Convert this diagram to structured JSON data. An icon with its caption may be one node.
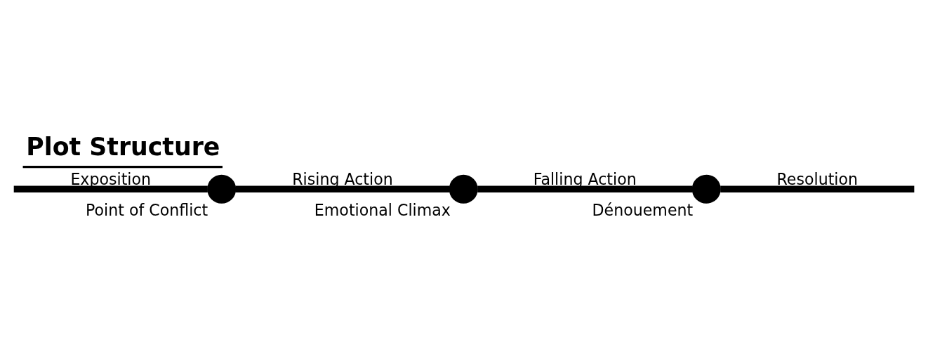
{
  "diagram": {
    "title": "Plot Structure",
    "nodes": [
      {
        "text": [],
        "shape": "circle",
        "beside": [
          "Point of Conflict"
        ]
      },
      {
        "text": [],
        "shape": "circle",
        "beside": [
          "Emotional Climax"
        ]
      },
      {
        "text": [],
        "shape": "circle",
        "beside": [
          "Dénouement"
        ]
      }
    ],
    "edges": [
      {
        "from": null,
        "to": 0,
        "arrow": "none",
        "label": "Exposition"
      },
      {
        "from": 0,
        "to": 1,
        "arrow": "none",
        "label": "Rising Action"
      },
      {
        "from": 1,
        "to": 2,
        "arrow": "none",
        "label": "Falling Action"
      },
      {
        "from": 2,
        "to": null,
        "arrow": "none",
        "label": "Resolution"
      }
    ]
  }
}
